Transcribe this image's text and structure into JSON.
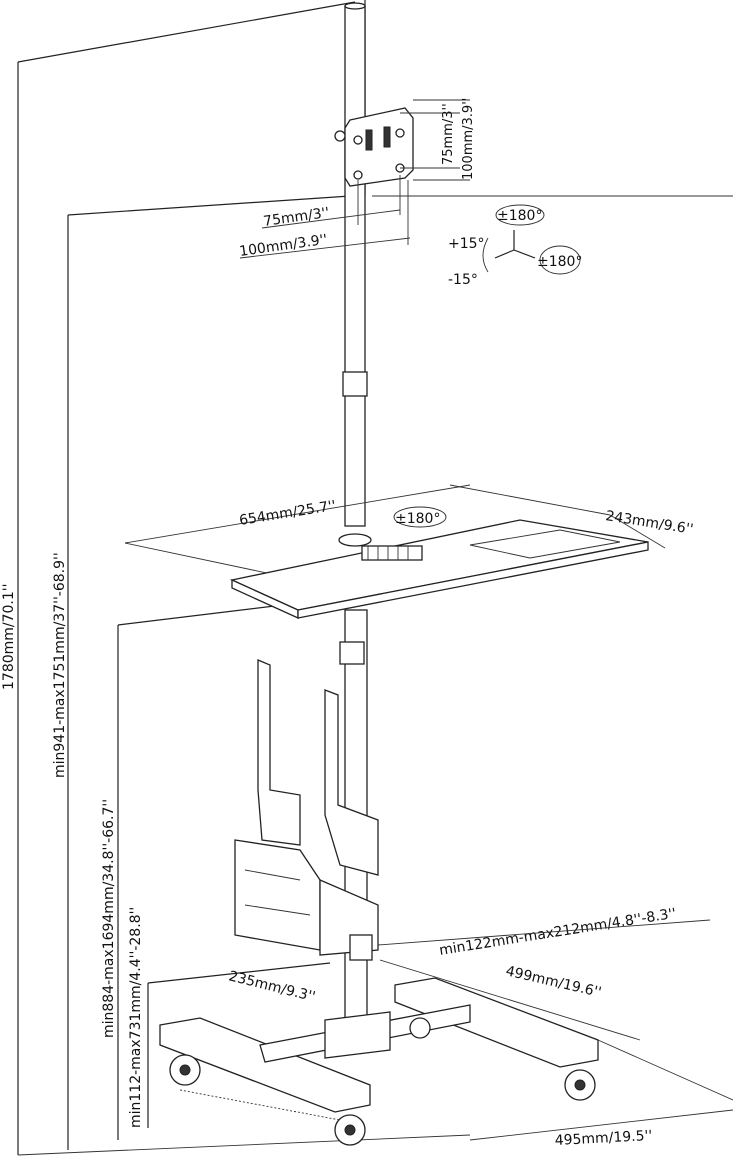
{
  "dimensions": {
    "total_height": "1780mm/70.1''",
    "screen_height_range": "min941-max1751mm/37''-68.9''",
    "shelf_height_range": "min884-max1694mm/34.8''-66.7''",
    "cpu_holder_height_range": "min112-max731mm/4.4''-28.8''",
    "vesa_h_small": "75mm/3''",
    "vesa_h_large": "100mm/3.9''",
    "vesa_v_small": "75mm/3''",
    "vesa_v_large": "100mm/3.9''",
    "shelf_width": "654mm/25.7''",
    "shelf_depth": "243mm/9.6''",
    "cpu_width_range": "min122mm-max212mm/4.8''-8.3''",
    "cpu_depth": "235mm/9.3''",
    "base_depth": "499mm/19.6''",
    "base_width": "495mm/19.5''"
  },
  "rotation": {
    "swivel": "±180°",
    "tilt_up": "+15°",
    "tilt_down": "-15°",
    "rotate": "±180°",
    "shelf_rotate": "±180°"
  }
}
